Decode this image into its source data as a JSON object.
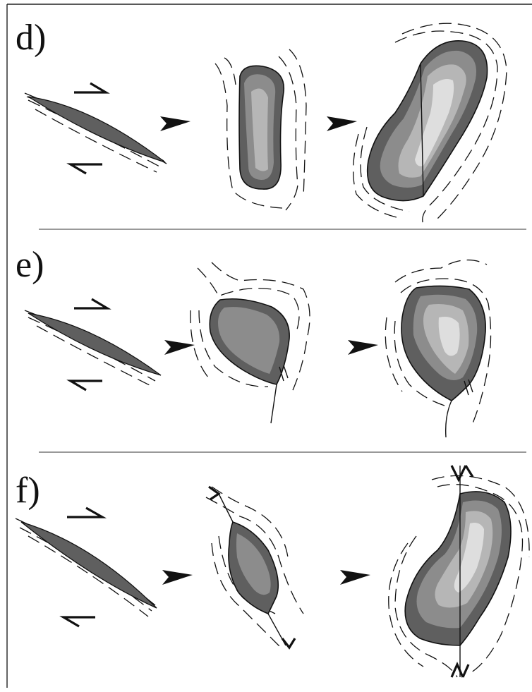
{
  "panels": [
    {
      "id": "d",
      "label": "d)"
    },
    {
      "id": "e",
      "label": "e)"
    },
    {
      "id": "f",
      "label": "f)"
    }
  ],
  "colors": {
    "outer_fill": "#5f5f5f",
    "middle_fill": "#8c8c8c",
    "inner_fill": "#b6b6b6",
    "core_fill": "#dedede",
    "line": "#111111",
    "background": "#ffffff"
  },
  "icons": [
    "arrow-right-icon",
    "dextral-shear-arrow-icon"
  ]
}
